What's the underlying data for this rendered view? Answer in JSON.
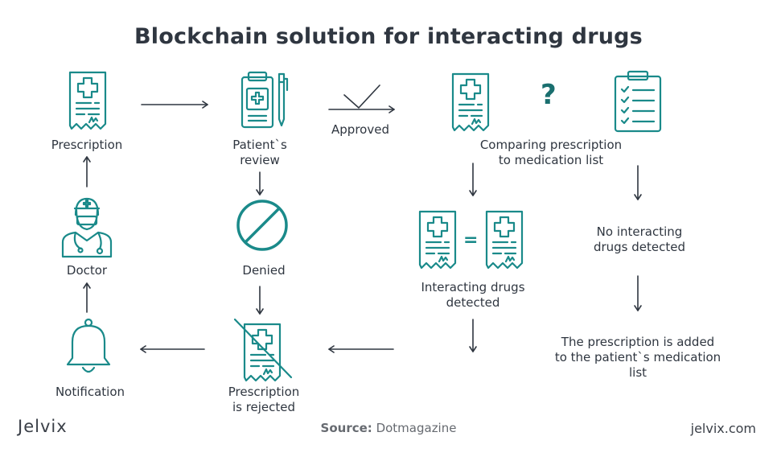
{
  "title": "Blockchain solution for interacting drugs",
  "nodes": {
    "prescription": "Prescription",
    "patients_review": [
      "Patient`s",
      "review"
    ],
    "approved": "Approved",
    "comparing": [
      "Comparing prescription",
      "to medication list"
    ],
    "doctor": "Doctor",
    "denied": "Denied",
    "interacting": [
      "Interacting drugs",
      "detected"
    ],
    "no_interacting": [
      "No interacting",
      "drugs detected"
    ],
    "notification": "Notification",
    "rejected": [
      "Prescription",
      "is rejected"
    ],
    "added": [
      "The prescription is added",
      "to the patient`s medication",
      "list"
    ]
  },
  "symbols": {
    "question": "?",
    "equals": "="
  },
  "footer": {
    "logo": "Jelvix",
    "source_label": "Source:",
    "source_value": "Dotmagazine",
    "site": "jelvix.com"
  },
  "colors": {
    "icon": "#1a8a8a",
    "text": "#2f3640",
    "arrow": "#2f3640"
  },
  "icons": [
    "prescription-icon",
    "clipboard-pen-icon",
    "checkmark-icon",
    "prescription-icon",
    "question-mark",
    "checklist-icon",
    "doctor-icon",
    "denied-icon",
    "prescription-icon",
    "equals-sign",
    "prescription-icon",
    "bell-icon",
    "prescription-rejected-icon"
  ]
}
